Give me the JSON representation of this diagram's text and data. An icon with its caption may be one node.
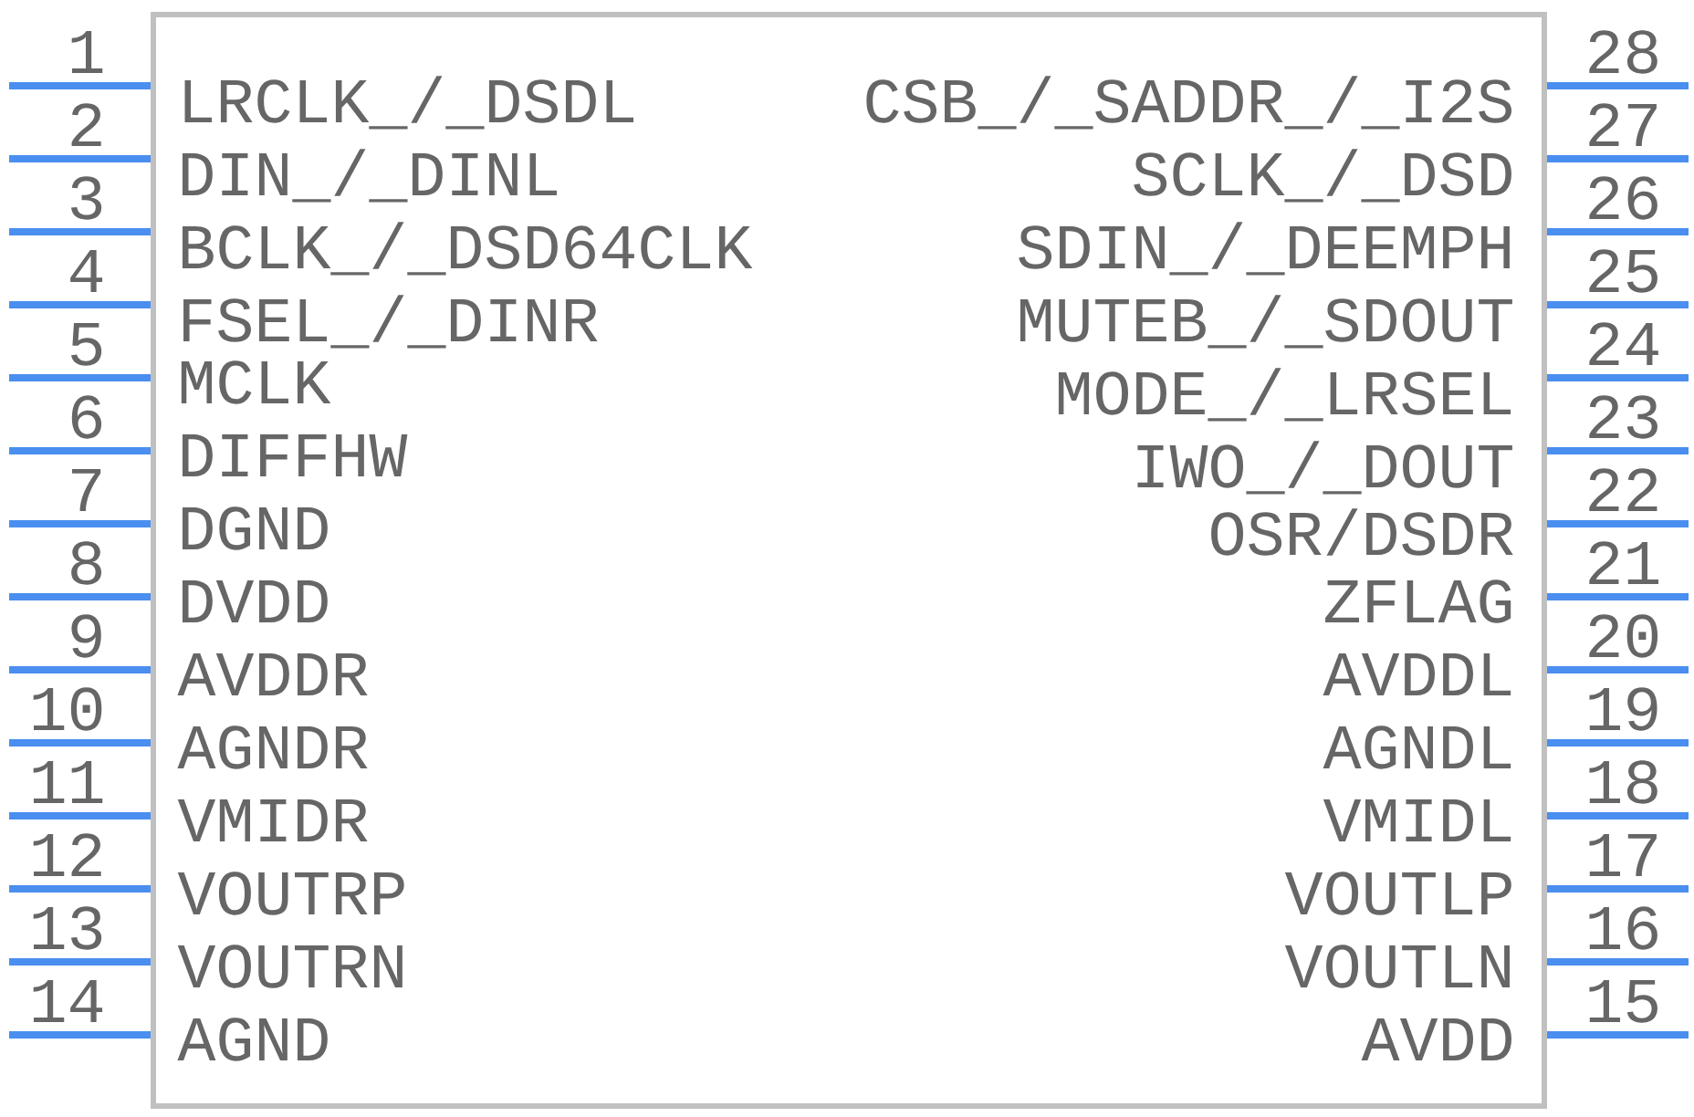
{
  "diagram": {
    "nodes": [
      {
        "text": [
          "LRCLK_/_DSDL",
          "DIN_/_DINL",
          "BCLK_/_DSD64CLK",
          "FSEL_/_DINR",
          "MCLK",
          "DIFFHW",
          "DGND",
          "DVDD",
          "AVDDR",
          "AGNDR",
          "VMIDR",
          "VOUTRP",
          "VOUTRN",
          "AGND",
          "AVDD",
          "VOUTLN",
          "VOUTLP",
          "VMIDL",
          "AGNDL",
          "AVDDL",
          "ZFLAG",
          "OSR/DSDR",
          "IWO_/_DOUT",
          "MODE_/_LRSEL",
          "MUTEB_/_SDOUT",
          "SDIN_/_DEEMPH",
          "SCLK_/_DSD",
          "CSB_/_SADDR_/_I2S"
        ]
      }
    ],
    "labels": [
      "1",
      "2",
      "3",
      "4",
      "5",
      "6",
      "7",
      "8",
      "9",
      "10",
      "11",
      "12",
      "13",
      "14",
      "15",
      "16",
      "17",
      "18",
      "19",
      "20",
      "21",
      "22",
      "23",
      "24",
      "25",
      "26",
      "27",
      "28"
    ]
  }
}
